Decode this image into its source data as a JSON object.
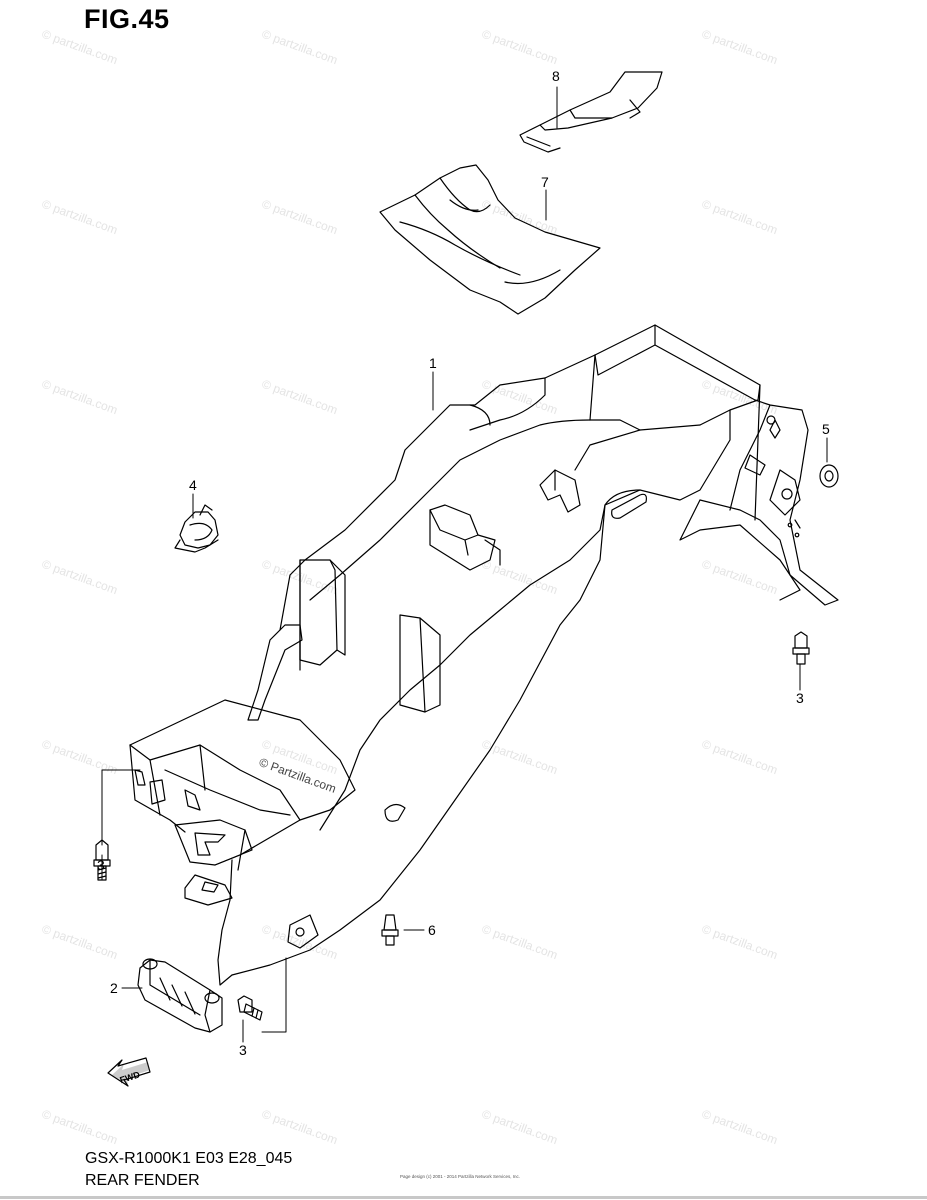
{
  "figure": {
    "title": "FIG.45",
    "model_code": "GSX-R1000K1 E03 E28_045",
    "section_name": "REAR FENDER",
    "small_print": "Page design (c) 2001 - 2014 Partzilla Network Services, Inc."
  },
  "watermark": {
    "text": "© partzilla.com",
    "center_text": "© Partzilla.com"
  },
  "callouts": [
    {
      "id": "1",
      "label": "1"
    },
    {
      "id": "2",
      "label": "2"
    },
    {
      "id": "3a",
      "label": "3"
    },
    {
      "id": "3b",
      "label": "3"
    },
    {
      "id": "3c",
      "label": "3"
    },
    {
      "id": "4",
      "label": "4"
    },
    {
      "id": "5",
      "label": "5"
    },
    {
      "id": "6",
      "label": "6"
    },
    {
      "id": "7",
      "label": "7"
    },
    {
      "id": "8",
      "label": "8"
    }
  ],
  "fwd_arrow": {
    "label": "FWD"
  },
  "colors": {
    "line": "#000000",
    "watermark": "#e4e4e4",
    "background": "#ffffff"
  }
}
